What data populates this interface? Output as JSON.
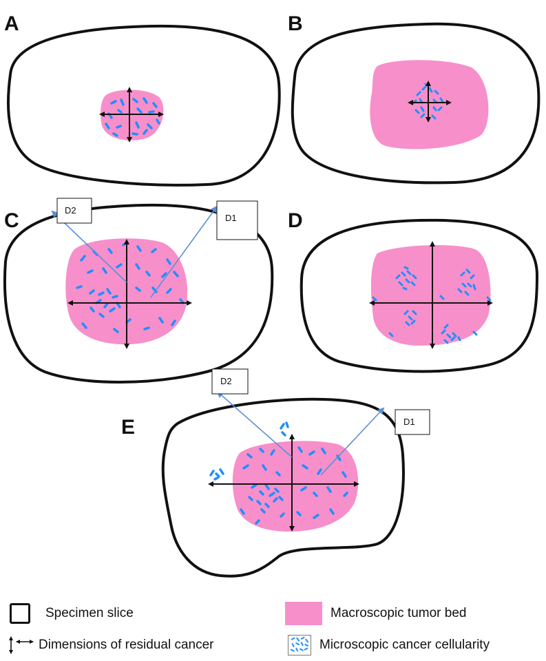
{
  "panels": [
    {
      "id": "A",
      "label": "A"
    },
    {
      "id": "B",
      "label": "B"
    },
    {
      "id": "C",
      "label": "C"
    },
    {
      "id": "D",
      "label": "D"
    },
    {
      "id": "E",
      "label": "E"
    }
  ],
  "dimension_labels": {
    "c_d2": "D2",
    "c_d1": "D1",
    "e_d2": "D2",
    "e_d1": "D1"
  },
  "legend": {
    "specimen_slice": "Specimen slice",
    "tumor_bed": "Macroscopic tumor bed",
    "dimensions": "Dimensions of residual cancer",
    "cellularity": "Microscopic cancer cellularity"
  },
  "colors": {
    "outline": "#111111",
    "tumor_bed": "#f78fca",
    "cells": "#1e8fff",
    "leader_line": "#5b8fd6"
  }
}
